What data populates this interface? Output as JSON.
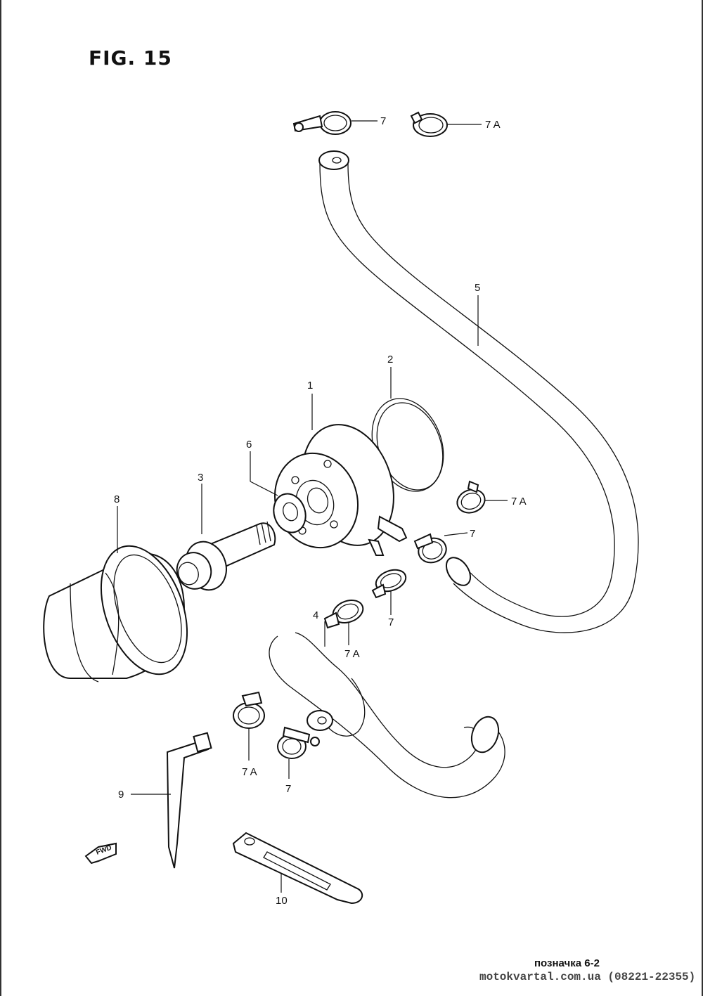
{
  "figure": {
    "title": "FIG. 15"
  },
  "labels": {
    "clamp_top_a": "7",
    "clamp_top_b": "7 A",
    "hose_upper": "5",
    "o_ring": "2",
    "cooler_adapter": "1",
    "washer": "6",
    "union_bolt": "3",
    "oil_filter": "8",
    "clamp_right_a": "7 A",
    "clamp_right_b": "7",
    "clamp_mid": "7",
    "hose_lower": "4",
    "clamp_mid_b": "7 A",
    "clamp_lower_a": "7 A",
    "clamp_lower_b": "7",
    "wrench": "9",
    "bracket": "10"
  },
  "fwd_badge": "FWD",
  "footer": {
    "note": "позначка 6-2",
    "source": "motokvartal.com.ua (08221-22355)"
  }
}
